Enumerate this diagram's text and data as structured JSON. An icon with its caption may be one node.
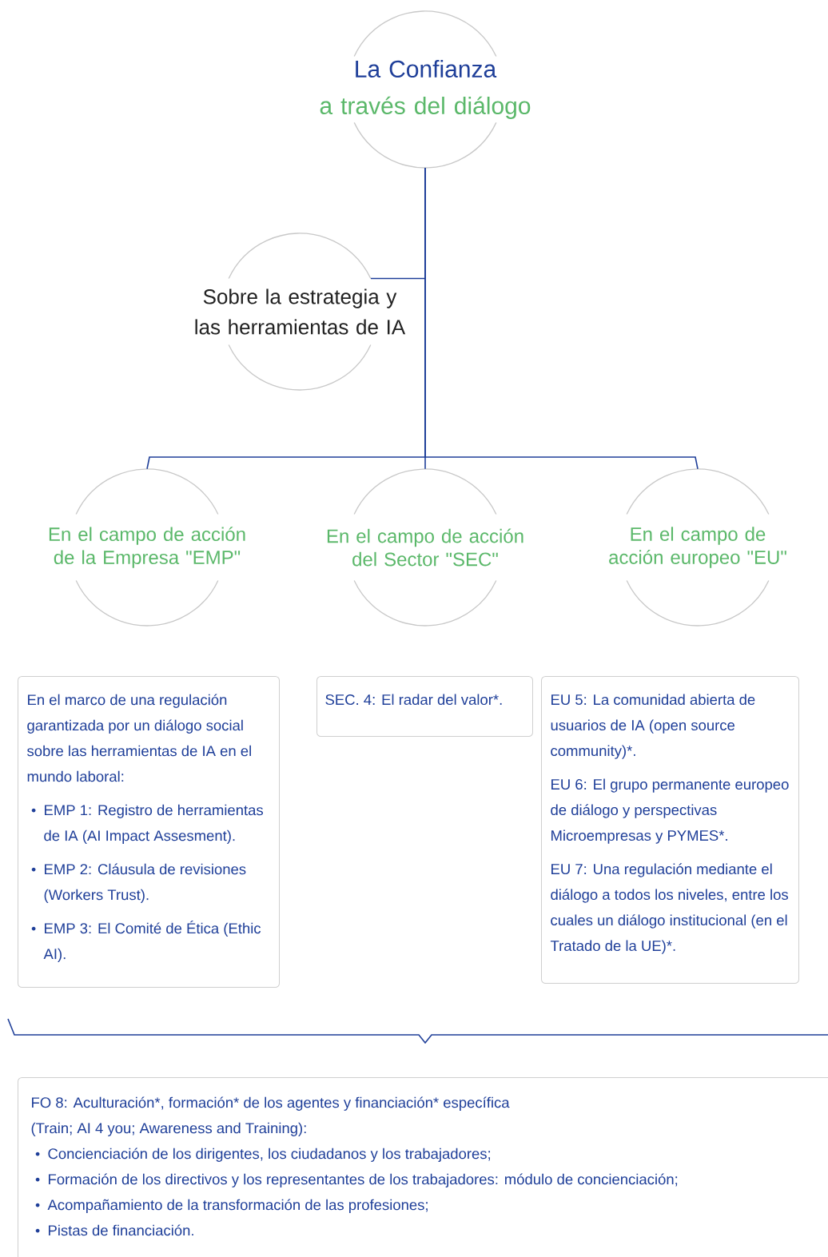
{
  "diagram": {
    "nodes": [
      {
        "text": [
          "La Confianza",
          "a través del diálogo"
        ]
      },
      {
        "text": [
          "Sobre la estrategia y las herramientas de IA"
        ]
      },
      {
        "text": [
          "En el campo de acción de la Empresa \"EMP\""
        ]
      },
      {
        "text": [
          "En el campo de acción del Sector \"SEC\""
        ]
      },
      {
        "text": [
          "En el campo de acción europeo \"EU\""
        ]
      },
      {
        "text": [
          "En el marco de una regulación garantizada por un diálogo social sobre las herramientas de IA en el mundo laboral:",
          "EMP 1: Registro de herramientas de IA (AI Impact Assesment).",
          "EMP 2: Cláusula de revisiones (Workers Trust).",
          "EMP 3: El Comité de Ética (Ethic AI)."
        ]
      },
      {
        "text": [
          "SEC. 4: El radar del valor*."
        ]
      },
      {
        "text": [
          "EU 5: La comunidad abierta de usuarios de IA (open source community)*.",
          "EU 6: El grupo permanente europeo de diálogo y perspectivas Microempresas y PYMES*.",
          "EU 7: Una regulación mediante el diálogo a todos los niveles, entre los cuales un diálogo institucional (en el Tratado de la UE)*."
        ]
      },
      {
        "text": [
          "FO 8: Aculturación*, formación* de los agentes y financiación* específica",
          "(Train; AI 4 you; Awareness and Training):",
          "Concienciación de los dirigentes, los ciudadanos y los trabajadores;",
          "Formación de los directivos y los representantes de los trabajadores: módulo de concienciación;",
          "Acompañamiento de la transformación de las profesiones;",
          "Pistas de financiación."
        ]
      }
    ],
    "edges": [
      {
        "from": 0,
        "to": 1,
        "arrow": "none"
      },
      {
        "from": 0,
        "to": 2,
        "arrow": "none"
      },
      {
        "from": 0,
        "to": 3,
        "arrow": "none"
      },
      {
        "from": 0,
        "to": 4,
        "arrow": "none"
      }
    ]
  }
}
